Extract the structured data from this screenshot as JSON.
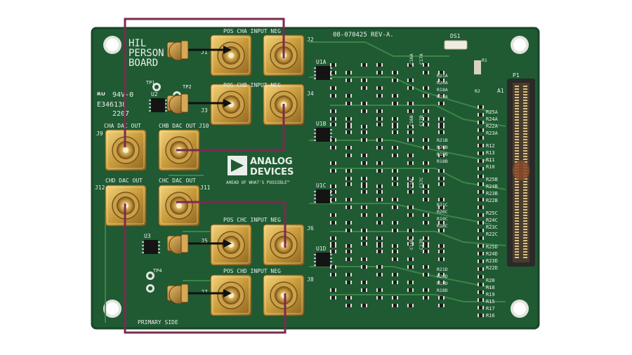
{
  "board": {
    "title_lines": [
      "HIL",
      "PERSON",
      "BOARD"
    ],
    "part_number": "08-070425 REV-A.",
    "side_label": "PRIMARY SIDE",
    "ds_label": "DS1",
    "connector_label": "P1",
    "a1_label": "A1",
    "ul_text": [
      "94V-0",
      "E346138",
      "2207"
    ],
    "tp_labels": [
      "TP1",
      "TP2",
      "TP4"
    ],
    "colors": {
      "pcb": "#1f5a33",
      "trace": "#3f8a4a",
      "gold": "#c89a3c",
      "wire": "#7b2a4f"
    }
  },
  "connectors": [
    {
      "ref": "J1",
      "label": "POS CHA INPUT NEG",
      "ref2": "J2"
    },
    {
      "ref": "J3",
      "label": "POS CHB INPUT NEG",
      "ref2": "J4"
    },
    {
      "ref": "J5",
      "label": "POS CHC INPUT NEG",
      "ref2": "J6"
    },
    {
      "ref": "J7",
      "label": "POS CHD INPUT NEG",
      "ref2": "J8"
    }
  ],
  "dac_outputs": [
    {
      "ref": "J9",
      "label": "CHA DAC OUT"
    },
    {
      "ref": "J10",
      "label": "CHB DAC OUT"
    },
    {
      "ref": "J12",
      "label": "CHD DAC OUT"
    },
    {
      "ref": "J11",
      "label": "CHC DAC OUT"
    }
  ],
  "chips": [
    "U1A",
    "U1B",
    "U1C",
    "U1D",
    "U2",
    "U3"
  ],
  "logo": {
    "line1": "ANALOG",
    "line2": "DEVICES",
    "tagline": "AHEAD OF WHAT'S POSSIBLE™"
  },
  "resistor_columns": [
    [
      "R25A",
      "R24A",
      "R22A",
      "R23A"
    ],
    [
      "R12",
      "R13",
      "R11",
      "R10"
    ],
    [
      "R25B",
      "R24B",
      "R23B",
      "R22B"
    ],
    [
      "R25C",
      "R24C",
      "R23C",
      "R22C"
    ],
    [
      "R25D",
      "R24D",
      "R23D",
      "R22D"
    ],
    [
      "R20",
      "R18",
      "R19",
      "R15",
      "R17",
      "R16"
    ]
  ],
  "small_labels": [
    "R21A",
    "R20A",
    "R18A",
    "R19A",
    "R21B",
    "R20B",
    "R19B",
    "R18B",
    "R21C",
    "R20C",
    "R19C",
    "R18C",
    "R21D",
    "R20D",
    "R19D",
    "R18D",
    "C16A",
    "C17A",
    "C16B",
    "C17B",
    "C16C",
    "C17C",
    "C16D",
    "C17D",
    "R1",
    "R2"
  ]
}
